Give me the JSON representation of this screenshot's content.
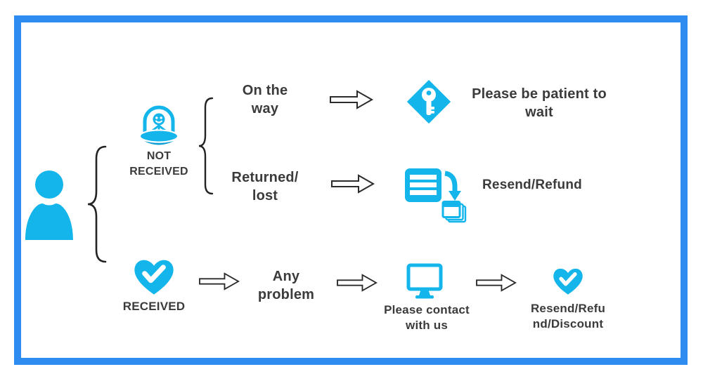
{
  "canvas": {
    "accent_color": "#13b5ea",
    "accent_dark": "#0b9fd6",
    "border_color": "#2e8bf0",
    "text_color": "#3b3b3b",
    "background": "#ffffff"
  },
  "customer": {
    "icon": "person-icon"
  },
  "branches": {
    "not_received": {
      "icon": "ufo-alien-icon",
      "label_line1": "NOT",
      "label_line2": "RECEIVED"
    },
    "received": {
      "icon": "heart-check-icon",
      "label": "RECEIVED"
    }
  },
  "flows": {
    "on_the_way": {
      "case_line1": "On the",
      "case_line2": "way",
      "result_icon": "key-icon",
      "result_line1": "Please be patient to",
      "result_line2": "wait"
    },
    "returned_lost": {
      "case_line1": "Returned/",
      "case_line2": "lost",
      "result_icon": "resend-documents-icon",
      "result_label": "Resend/Refund"
    },
    "received_problem": {
      "case_line1": "Any",
      "case_line2": "problem",
      "contact_icon": "monitor-icon",
      "contact_line1": "Please contact",
      "contact_line2": "with us",
      "result_icon": "heart-check-icon",
      "result_line1": "Resend/Refu",
      "result_line2": "nd/Discount"
    }
  }
}
